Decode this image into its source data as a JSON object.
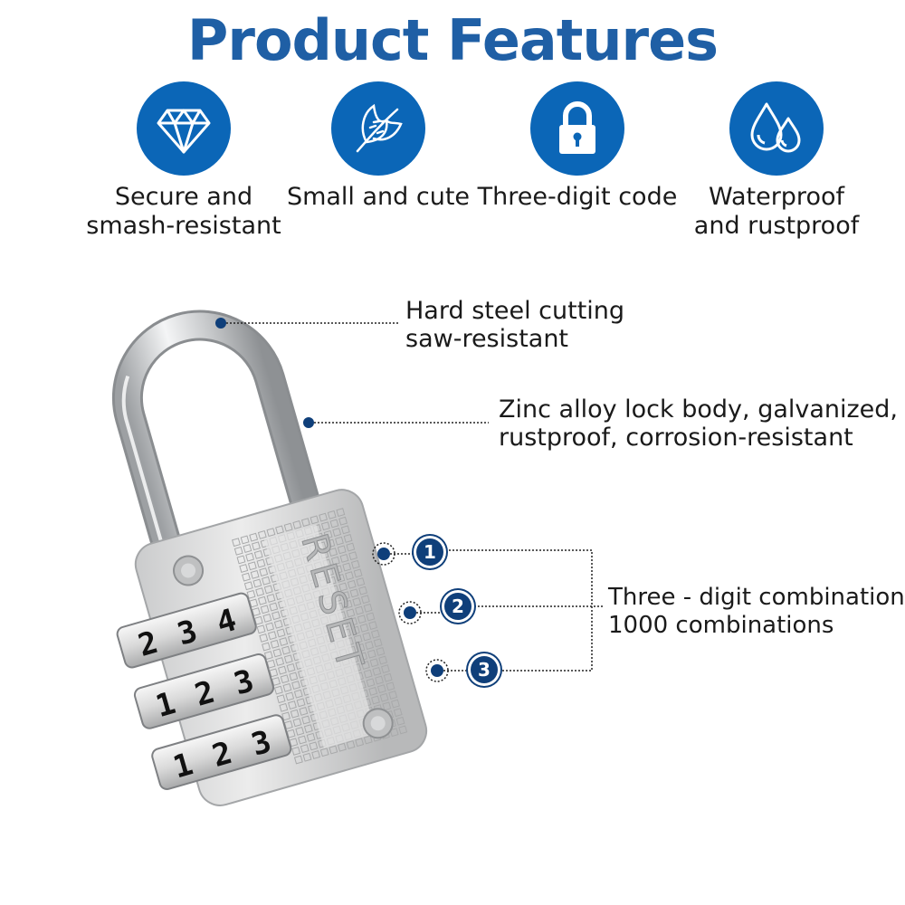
{
  "title": "Product Features",
  "colors": {
    "accent": "#0b66b7",
    "title": "#1f5fa5",
    "dot": "#0f3f7a"
  },
  "features": [
    {
      "icon": "diamond-icon",
      "line1": "Secure and",
      "line2": "smash-resistant"
    },
    {
      "icon": "feather-icon",
      "line1": "Small and cute",
      "line2": ""
    },
    {
      "icon": "lock-icon",
      "line1": "Three-digit code",
      "line2": ""
    },
    {
      "icon": "water-drops-icon",
      "line1": "Waterproof",
      "line2": "and rustproof"
    }
  ],
  "callouts": {
    "shackle": {
      "line1": "Hard steel cutting",
      "line2": "saw-resistant"
    },
    "body": {
      "line1": "Zinc alloy lock body, galvanized,",
      "line2": "rustproof, corrosion-resistant"
    },
    "combination": {
      "line1": "Three - digit combination",
      "line2": "1000 combinations"
    }
  },
  "dial_badges": [
    "1",
    "2",
    "3"
  ],
  "lock": {
    "brand": "RESET",
    "dials": [
      [
        "2",
        "3",
        "4"
      ],
      [
        "1",
        "2",
        "3"
      ],
      [
        "1",
        "2",
        "3"
      ]
    ]
  }
}
